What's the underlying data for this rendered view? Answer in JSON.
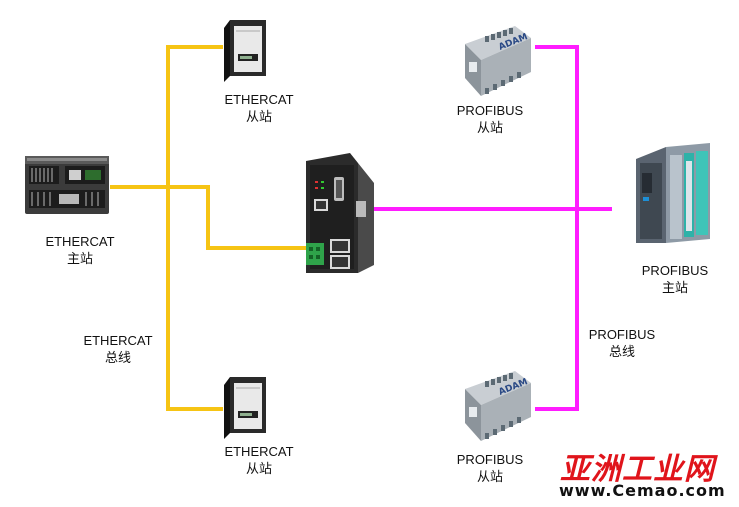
{
  "colors": {
    "ethercat_bus": "#f6c414",
    "profibus_bus": "#ff1cff"
  },
  "labels": {
    "ethercat_slave_top": [
      "ETHERCAT",
      "从站"
    ],
    "ethercat_master": [
      "ETHERCAT",
      "主站"
    ],
    "ethercat_bus": [
      "ETHERCAT",
      "总线"
    ],
    "ethercat_slave_bottom": [
      "ETHERCAT",
      "从站"
    ],
    "profibus_slave_top": [
      "PROFIBUS",
      "从站"
    ],
    "profibus_master": [
      "PROFIBUS",
      "主站"
    ],
    "profibus_bus": [
      "PROFIBUS",
      "总线"
    ],
    "profibus_slave_bottom": [
      "PROFIBUS",
      "从站"
    ]
  },
  "device_badges": {
    "adam": "ADAM"
  },
  "watermark": {
    "brand": "亚洲工业网",
    "url": "www.Cemao.com"
  },
  "icons": [
    "plc-icon",
    "servo-drive-icon",
    "gateway-icon",
    "adam-module-icon",
    "s7-plc-icon"
  ]
}
